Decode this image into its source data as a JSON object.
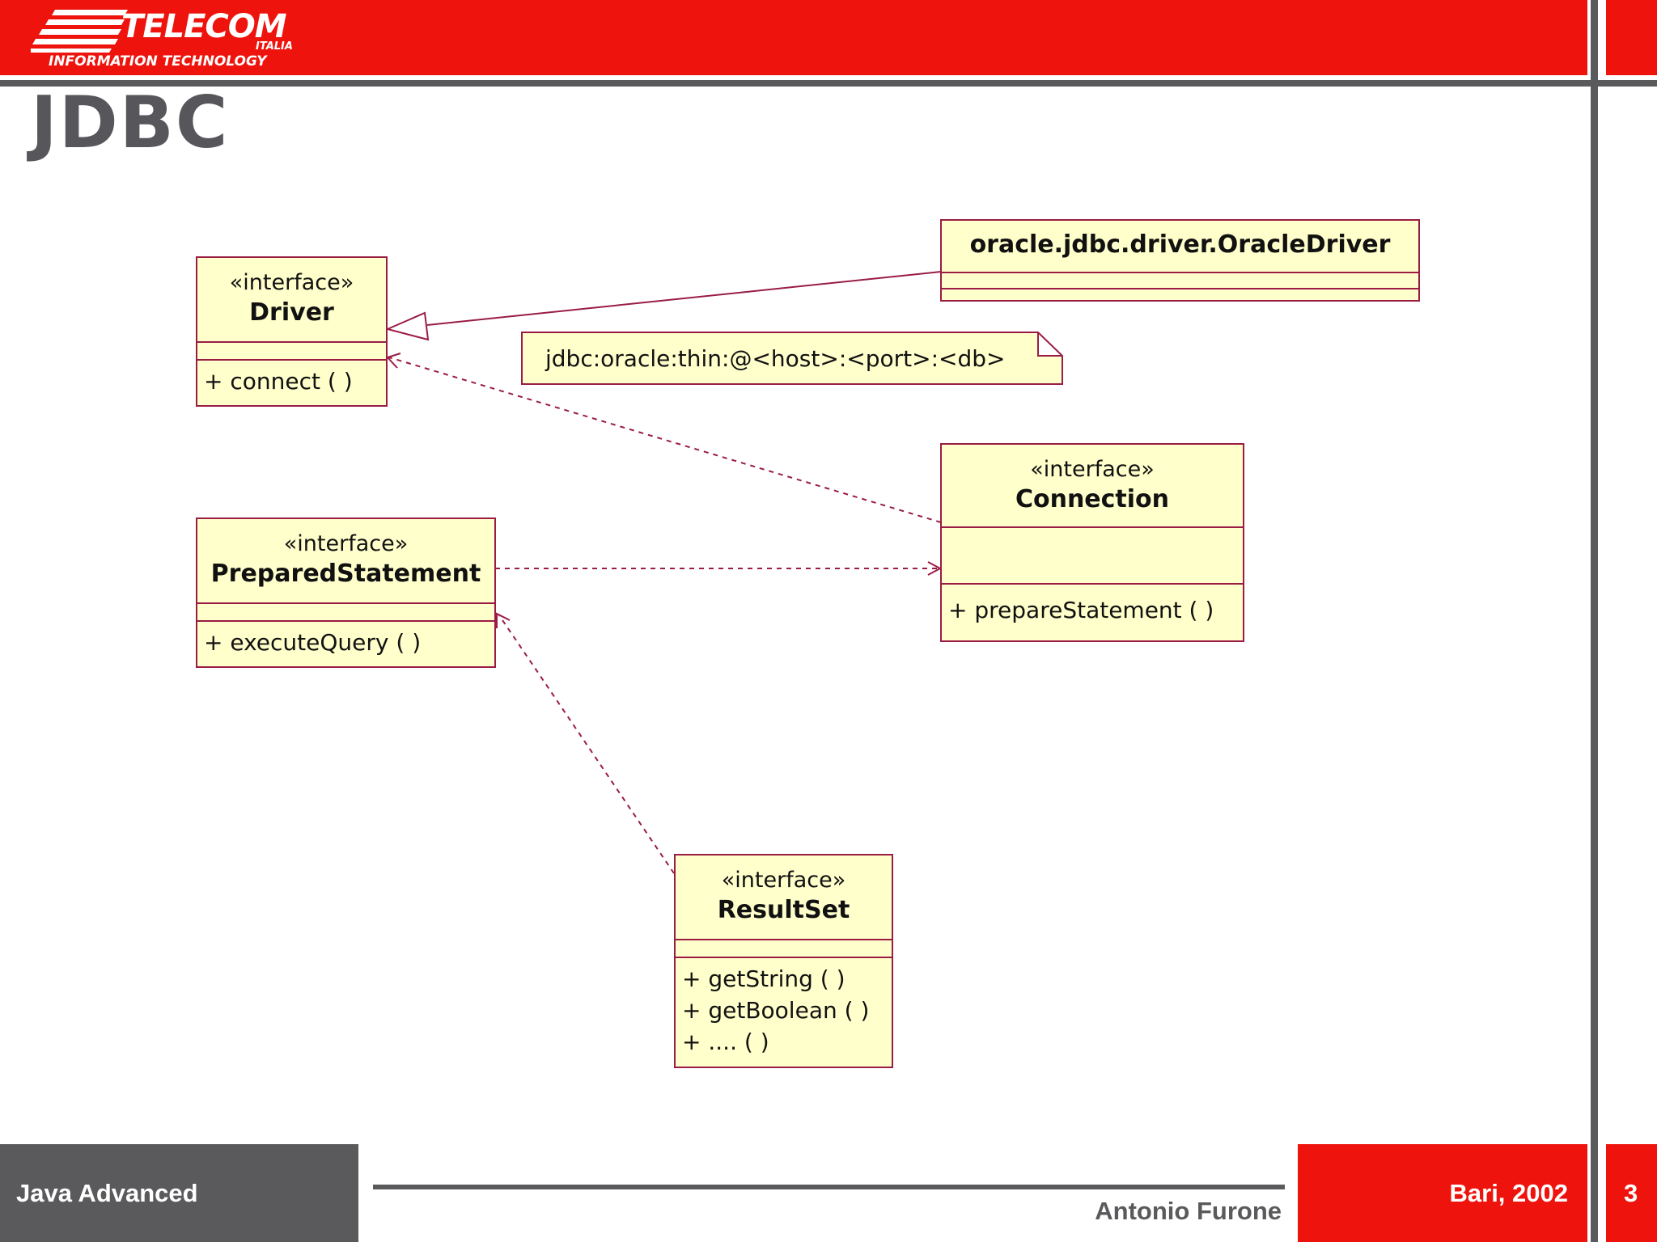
{
  "header": {
    "logo_main": "TELECOM",
    "logo_sub": "ITALIA",
    "logo_division": "INFORMATION TECHNOLOGY"
  },
  "slide": {
    "title": "JDBC"
  },
  "diagram": {
    "classes": {
      "driver": {
        "stereotype": "«interface»",
        "name": "Driver",
        "operations": [
          "+ connect ( )"
        ]
      },
      "oracle_driver": {
        "name": "oracle.jdbc.driver.OracleDriver"
      },
      "connection": {
        "stereotype": "«interface»",
        "name": "Connection",
        "operations": [
          "+ prepareStatement ( )"
        ]
      },
      "prepared_statement": {
        "stereotype": "«interface»",
        "name": "PreparedStatement",
        "operations": [
          "+ executeQuery ( )"
        ]
      },
      "result_set": {
        "stereotype": "«interface»",
        "name": "ResultSet",
        "operations": [
          "+ getString ( )",
          "+ getBoolean ( )",
          "+ .... ( )"
        ]
      }
    },
    "note": {
      "text": "jdbc:oracle:thin:@<host>:<port>:<db>"
    },
    "relations": [
      {
        "type": "realization",
        "from": "oracle_driver",
        "to": "driver"
      },
      {
        "type": "dependency",
        "from": "connection",
        "to": "driver"
      },
      {
        "type": "dependency",
        "from": "prepared_statement",
        "to": "connection"
      },
      {
        "type": "dependency",
        "from": "result_set",
        "to": "prepared_statement"
      }
    ]
  },
  "footer": {
    "course": "Java Advanced",
    "author": "Antonio Furone",
    "place_date": "Bari, 2002",
    "page_number": "3"
  },
  "colors": {
    "brand_red": "#ee140d",
    "brand_gray": "#5a595b",
    "uml_fill": "#ffffcc",
    "uml_stroke": "#9a1c44"
  }
}
